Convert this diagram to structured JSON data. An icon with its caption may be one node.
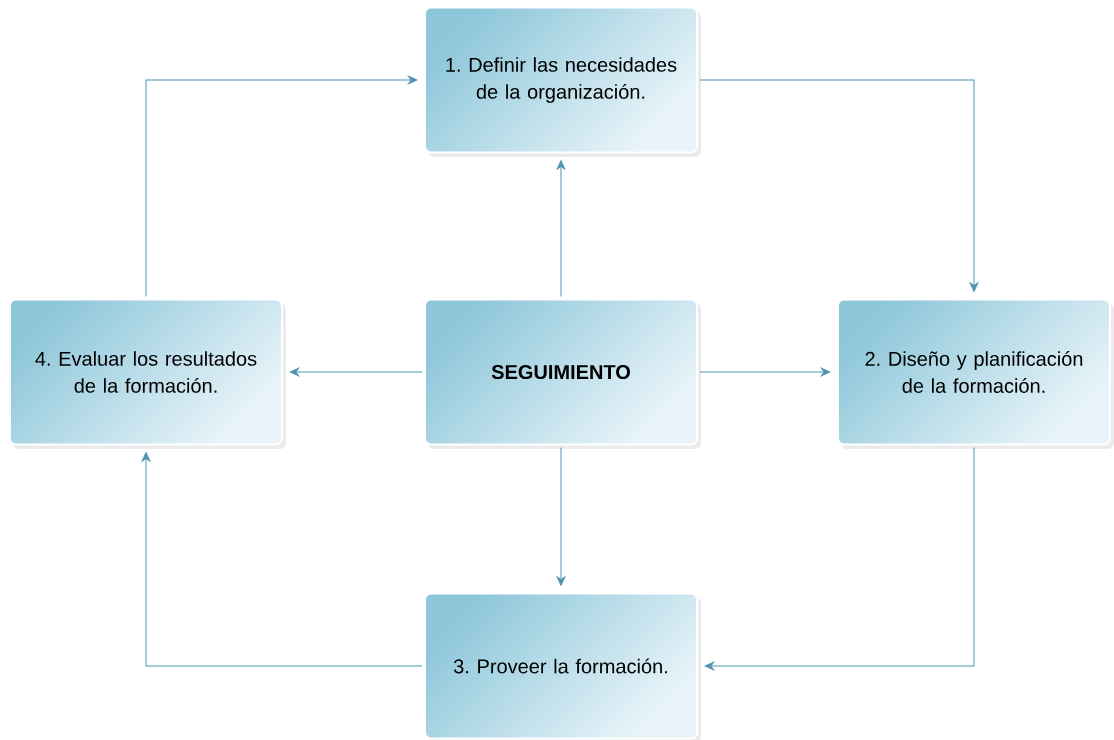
{
  "diagram": {
    "nodes": [
      {
        "text": [
          "1. Definir las necesidades de la organización."
        ]
      },
      {
        "text": [
          "4. Evaluar los resultados de la formación."
        ]
      },
      {
        "text": [
          "**SEGUIMIENTO**"
        ]
      },
      {
        "text": [
          "2. Diseño y planificación de la formación."
        ]
      },
      {
        "text": [
          "3. Proveer la formación."
        ]
      }
    ],
    "edges": [
      {
        "from": 0,
        "to": 3,
        "arrow": "to"
      },
      {
        "from": 3,
        "to": 4,
        "arrow": "to"
      },
      {
        "from": 4,
        "to": 1,
        "arrow": "to"
      },
      {
        "from": 1,
        "to": 0,
        "arrow": "to"
      },
      {
        "from": 2,
        "to": 0,
        "arrow": "to"
      },
      {
        "from": 2,
        "to": 3,
        "arrow": "to"
      },
      {
        "from": 2,
        "to": 4,
        "arrow": "to"
      },
      {
        "from": 2,
        "to": 1,
        "arrow": "to"
      }
    ]
  }
}
